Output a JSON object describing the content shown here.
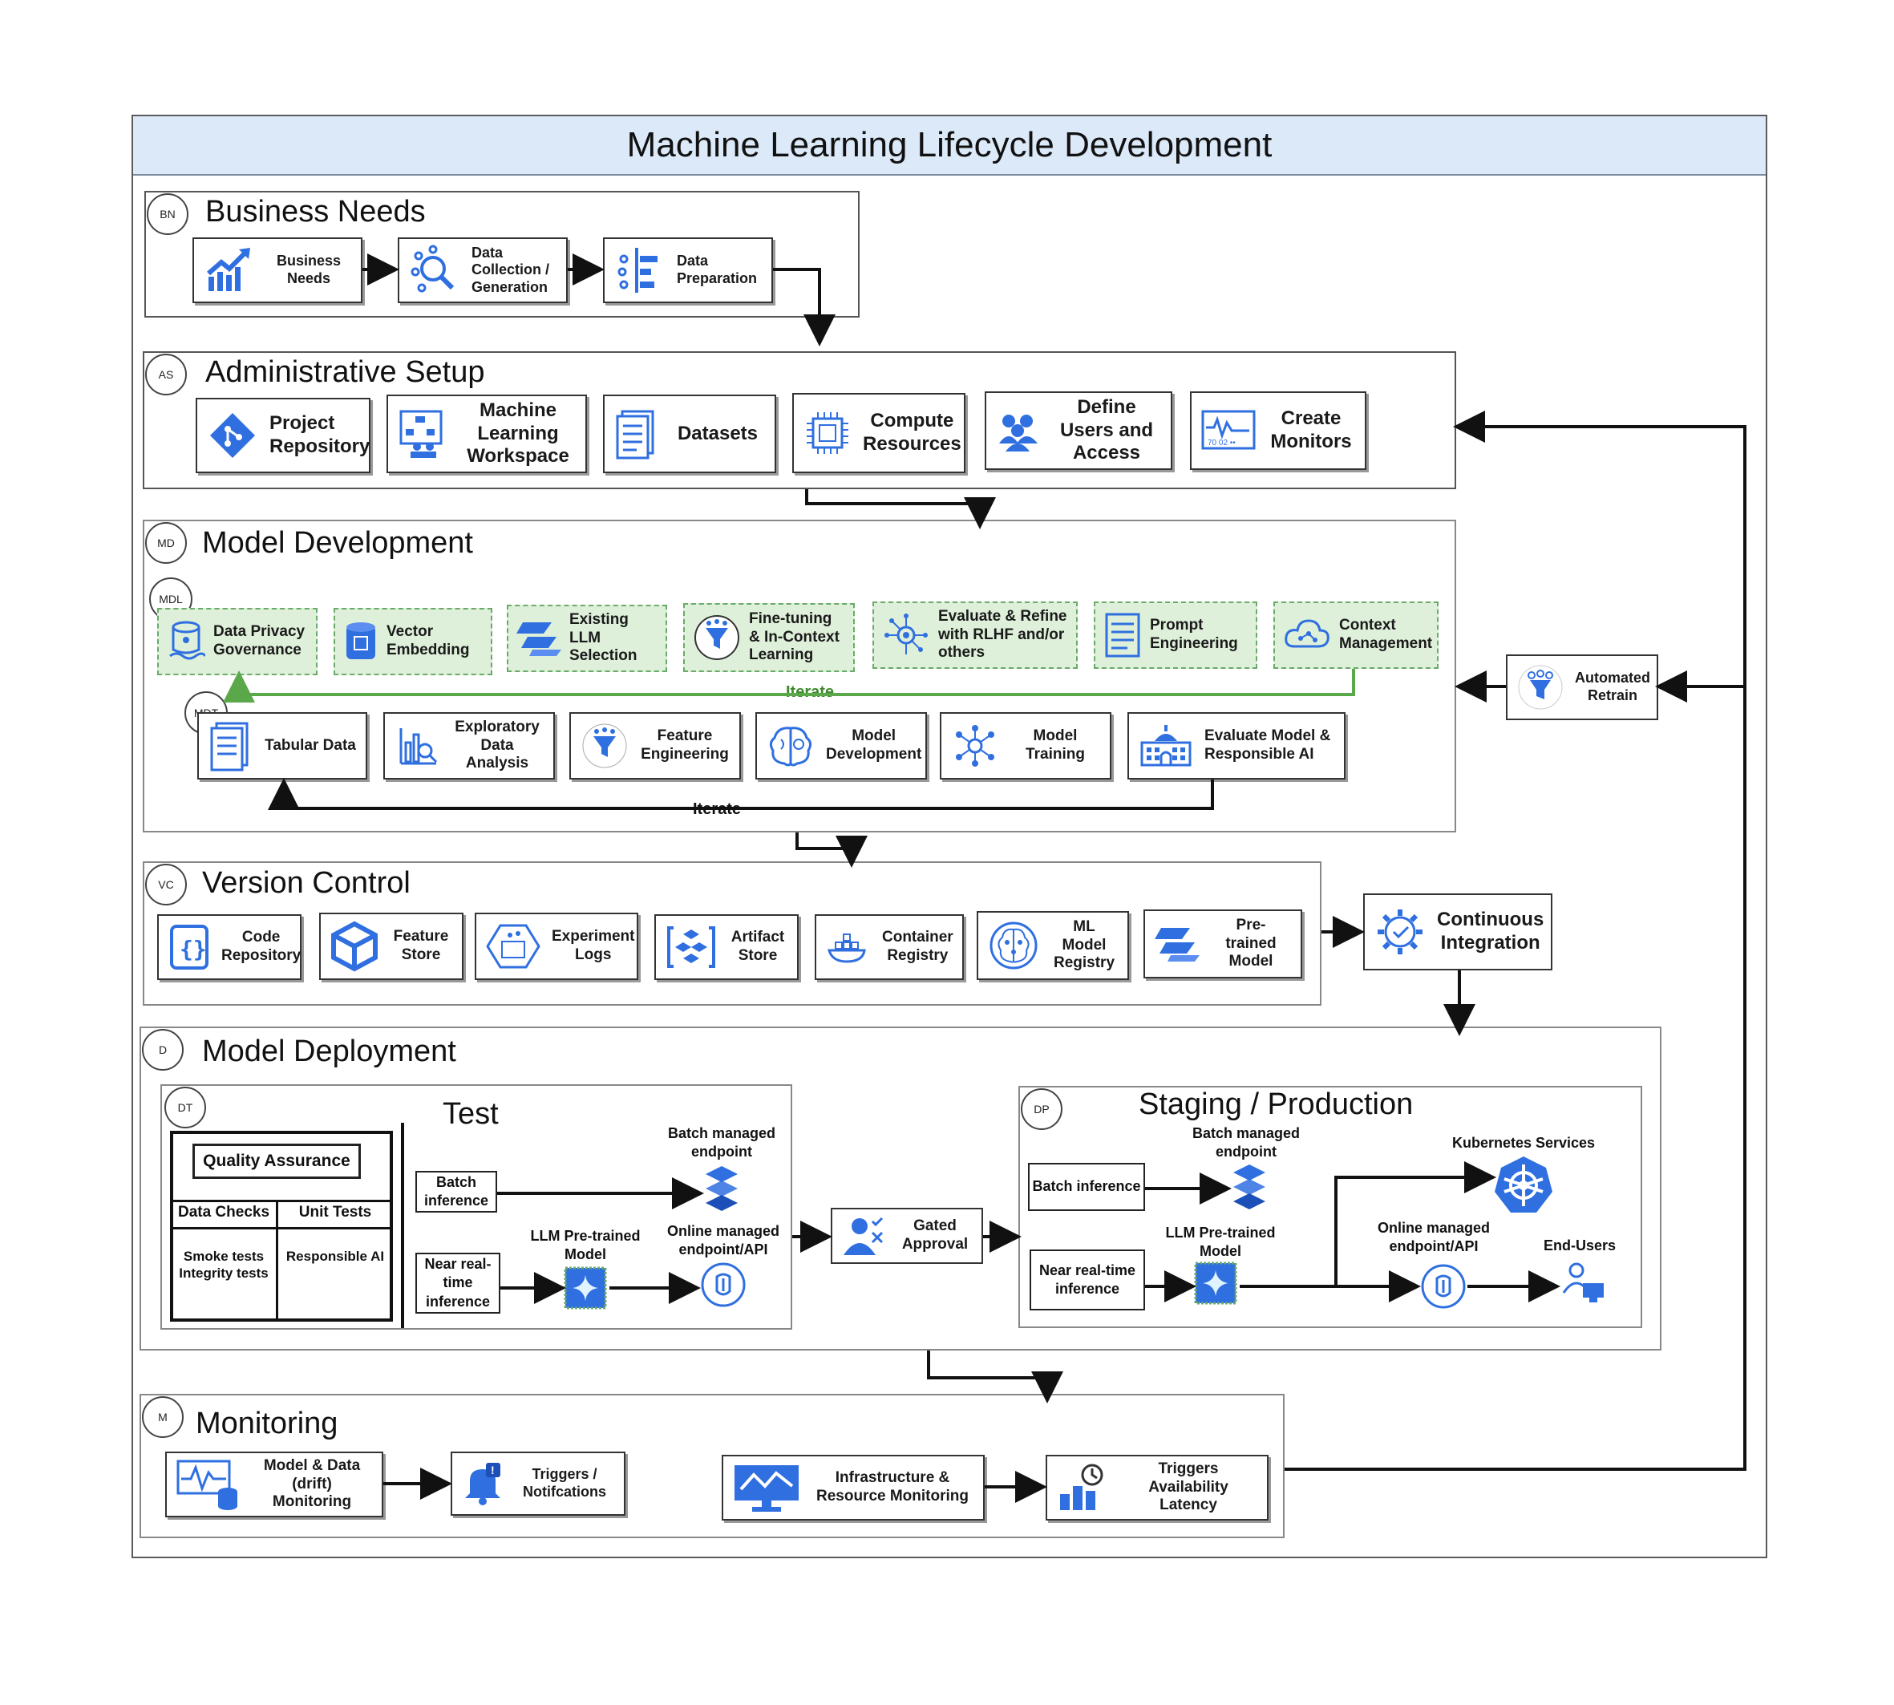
{
  "title": "Machine Learning Lifecycle Development",
  "business_needs": {
    "badge": "BN",
    "title": "Business Needs",
    "items": [
      {
        "label": "Business Needs",
        "icon": "growth-chart-icon"
      },
      {
        "label": "Data Collection / Generation",
        "icon": "data-search-icon"
      },
      {
        "label": "Data Preparation",
        "icon": "data-prep-icon"
      }
    ]
  },
  "admin_setup": {
    "badge": "AS",
    "title": "Administrative Setup",
    "items": [
      {
        "label": "Project Repository",
        "icon": "git-icon"
      },
      {
        "label": "Machine Learning Workspace",
        "icon": "workspace-icon"
      },
      {
        "label": "Datasets",
        "icon": "document-icon"
      },
      {
        "label": "Compute Resources",
        "icon": "chip-icon"
      },
      {
        "label": "Define Users and Access",
        "icon": "users-icon"
      },
      {
        "label": "Create Monitors",
        "icon": "monitor-icon"
      }
    ]
  },
  "model_development": {
    "badge": "MD",
    "title": "Model Development",
    "llm_badge": "MDL",
    "llm_items": [
      {
        "label": "Data Privacy Governance",
        "icon": "database-icon"
      },
      {
        "label": "Vector Embedding",
        "icon": "cylinder-icon"
      },
      {
        "label": "Existing LLM Selection",
        "icon": "llm-icon"
      },
      {
        "label": "Fine-tuning & In-Context Learning",
        "icon": "funnel-icon"
      },
      {
        "label": "Evaluate & Refine with RLHF and/or others",
        "icon": "gear-network-icon"
      },
      {
        "label": "Prompt Engineering",
        "icon": "list-icon"
      },
      {
        "label": "Context Management",
        "icon": "cloud-icon"
      }
    ],
    "llm_iterate": "Iterate",
    "tab_badge": "MDT",
    "tab_items": [
      {
        "label": "Tabular Data",
        "icon": "document-icon"
      },
      {
        "label": "Exploratory Data Analysis",
        "icon": "analysis-icon"
      },
      {
        "label": "Feature Engineering",
        "icon": "funnel-icon"
      },
      {
        "label": "Model Development",
        "icon": "brain-icon"
      },
      {
        "label": "Model Training",
        "icon": "network-icon"
      },
      {
        "label": "Evaluate Model & Responsible AI",
        "icon": "building-icon"
      }
    ],
    "tab_iterate": "Iterate"
  },
  "automated_retrain": {
    "label": "Automated Retrain",
    "icon": "retrain-icon"
  },
  "version_control": {
    "badge": "VC",
    "title": "Version Control",
    "items": [
      {
        "label": "Code Repository",
        "icon": "braces-icon"
      },
      {
        "label": "Feature Store",
        "icon": "cube-icon"
      },
      {
        "label": "Experiment Logs",
        "icon": "experiment-icon"
      },
      {
        "label": "Artifact Store",
        "icon": "artifact-icon"
      },
      {
        "label": "Container Registry",
        "icon": "container-icon"
      },
      {
        "label": "ML Model Registry",
        "icon": "ml-brain-icon"
      },
      {
        "label": "Pre-trained Model",
        "icon": "llm-icon"
      }
    ]
  },
  "continuous_integration": {
    "label": "Continuous Integration",
    "icon": "ci-gear-icon"
  },
  "deployment": {
    "badge": "D",
    "title": "Model Deployment",
    "test": {
      "badge": "DT",
      "title": "Test",
      "qa_title": "Quality Assurance",
      "qa_cells": [
        "Data Checks",
        "Unit Tests",
        "Smoke tests Integrity tests",
        "Responsible AI"
      ],
      "batch_inference": "Batch inference",
      "near_realtime": "Near real-time inference",
      "batch_endpoint": "Batch managed endpoint",
      "llm_model": "LLM Pre-trained Model",
      "online_endpoint": "Online managed endpoint/API"
    },
    "gated_approval": "Gated Approval",
    "staging": {
      "badge": "DP",
      "title": "Staging / Production",
      "batch_inference": "Batch inference",
      "near_realtime": "Near real-time inference",
      "batch_endpoint": "Batch managed endpoint",
      "llm_model": "LLM Pre-trained Model",
      "online_endpoint": "Online managed endpoint/API",
      "kubernetes": "Kubernetes Services",
      "end_users": "End-Users"
    }
  },
  "monitoring": {
    "badge": "M",
    "title": "Monitoring",
    "items": [
      {
        "label": "Model & Data (drift) Monitoring",
        "icon": "drift-monitor-icon"
      },
      {
        "label": "Triggers / Notifcations",
        "icon": "bell-icon"
      },
      {
        "label": "Infrastructure & Resource Monitoring",
        "icon": "infra-monitor-icon"
      },
      {
        "label": "Triggers Availability Latency",
        "icon": "bar-clock-icon"
      }
    ]
  },
  "colors": {
    "accent_blue": "#2f6fe0",
    "title_bg": "#dce9f9",
    "llm_green_bg": "#dff0da",
    "iterate_green": "#5aa84a"
  }
}
